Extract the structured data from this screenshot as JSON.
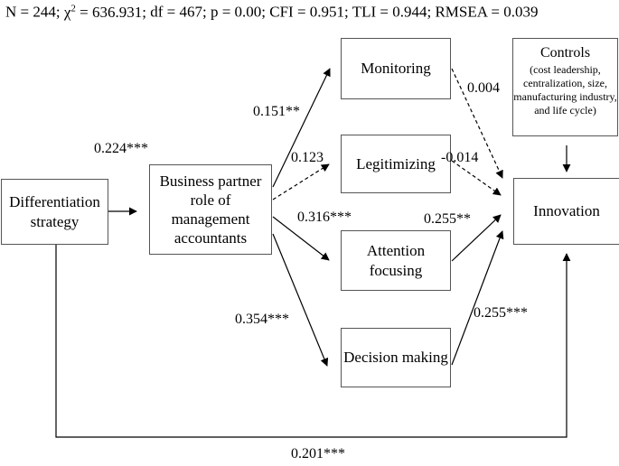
{
  "stats": {
    "n": "N = 244;",
    "chi_pre": "χ",
    "chi_sup": "2",
    "chi_val": " = 636.931;",
    "df": "df = 467;",
    "p": "p = 0.00;",
    "cfi": "CFI = 0.951;",
    "tli": "TLI = 0.944;",
    "rmsea": "RMSEA = 0.039"
  },
  "nodes": {
    "differentiation": "Differentiation strategy",
    "business_partner": "Business partner role of management accountants",
    "monitoring": "Monitoring",
    "legitimizing": "Legitimizing",
    "attention": "Attention focusing",
    "decision": "Decision making",
    "innovation": "Innovation",
    "controls_title": "Controls",
    "controls_detail": "(cost leadership, centralization, size, manufacturing industry, and life cycle)"
  },
  "coefficients": {
    "diff_to_bp": "0.224***",
    "bp_to_monitoring": "0.151**",
    "bp_to_legitimizing": "0.123",
    "bp_to_attention": "0.316***",
    "bp_to_decision": "0.354***",
    "monitoring_to_innovation": "0.004",
    "legitimizing_to_innovation": "-0.014",
    "attention_to_innovation": "0.255**",
    "decision_to_innovation": "0.255***",
    "diff_to_innovation": "0.201***"
  }
}
